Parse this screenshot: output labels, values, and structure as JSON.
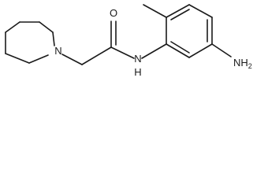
{
  "molecule": {
    "labels": {
      "ring_nitrogen": "N",
      "carbonyl_oxygen": "O",
      "amide_nh": "N",
      "amide_h": "H",
      "amino_group": "NH",
      "amino_subscript": "2"
    }
  }
}
